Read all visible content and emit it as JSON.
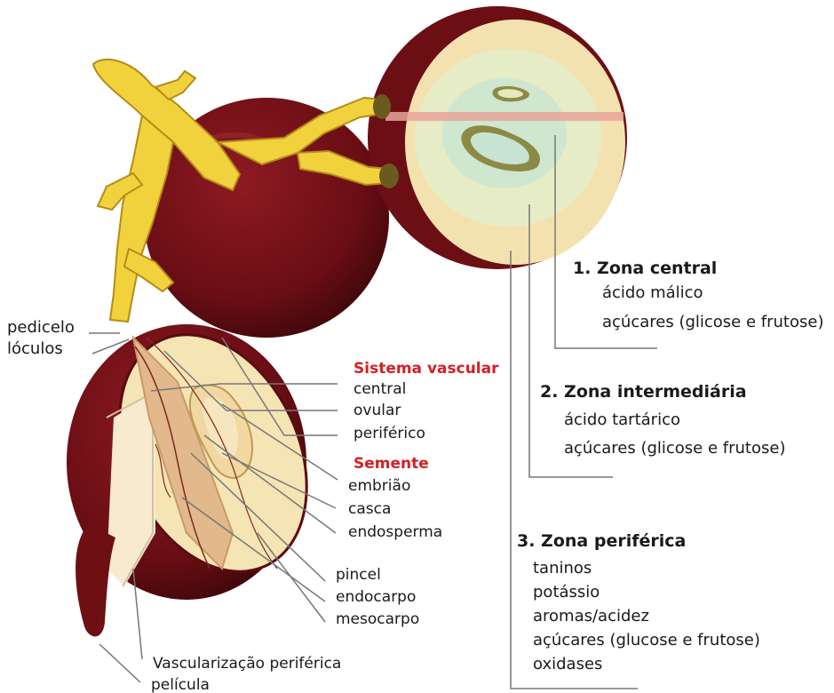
{
  "left_labels": {
    "pedicelo": "pedicelo",
    "loculos": "lóculos"
  },
  "vascular": {
    "title": "Sistema vascular",
    "items": [
      "central",
      "ovular",
      "periférico"
    ]
  },
  "semente": {
    "title": "Semente",
    "items": [
      "embrião",
      "casca",
      "endosperma"
    ]
  },
  "lower_labels": [
    "pincel",
    "endocarpo",
    "mesocarpo"
  ],
  "bottom_labels": {
    "vascularizacao": "Vascularização periférica",
    "pelicula": "película"
  },
  "zones": [
    {
      "title": "1. Zona central",
      "items": [
        "ácido málico",
        "açúcares (glicose e frutose)"
      ]
    },
    {
      "title": "2. Zona intermediária",
      "items": [
        "ácido tartárico",
        "açúcares (glicose e frutose)"
      ]
    },
    {
      "title": "3. Zona periférica",
      "items": [
        "taninos",
        "potássio",
        "aromas/acidez",
        "açúcares (glucose e frutose)",
        "oxidases"
      ]
    }
  ],
  "colors": {
    "berry_skin": "#6e0f14",
    "stem": "#f2d23c",
    "flesh_outer": "#f6e9bf",
    "flesh_mid": "#dfe8c0",
    "flesh_center": "#cfe7d4",
    "label_red": "#d41f26"
  }
}
